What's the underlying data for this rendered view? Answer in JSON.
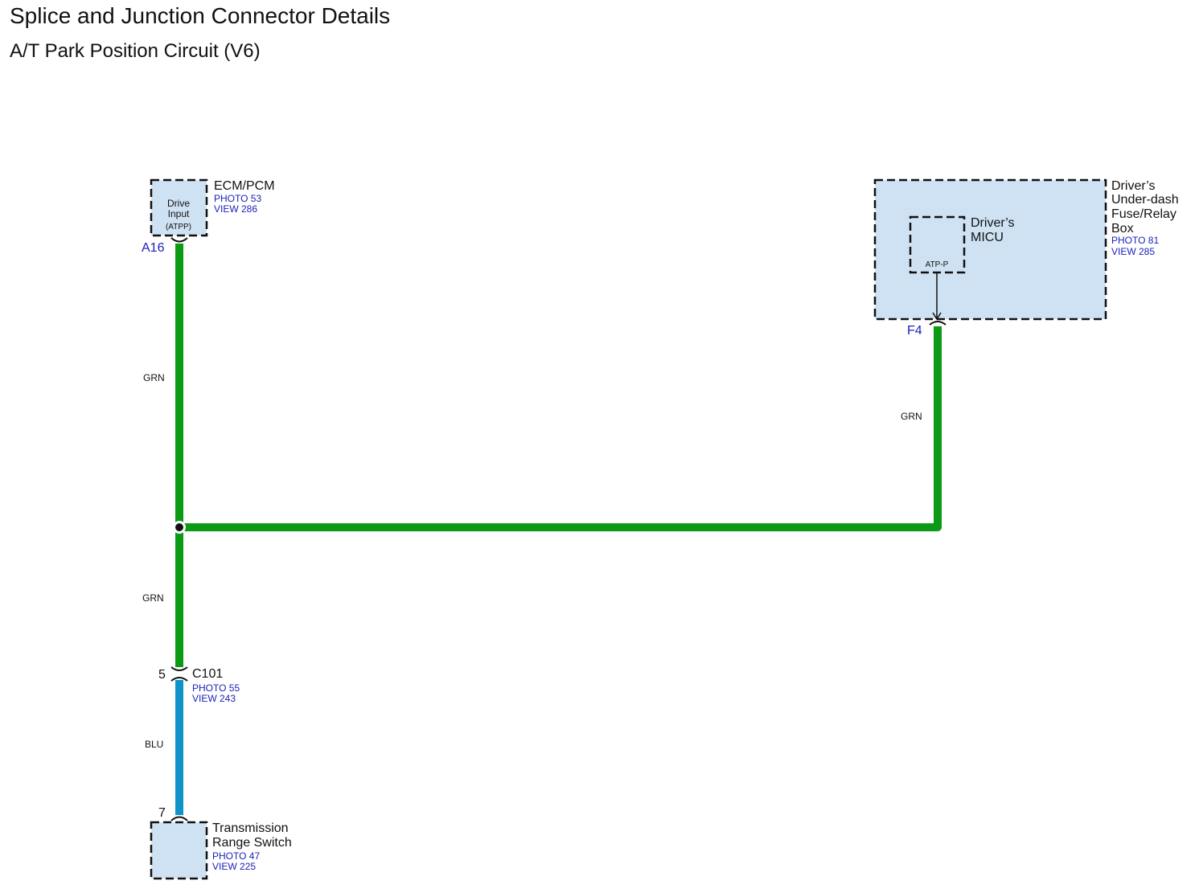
{
  "header": {
    "title": "Splice and Junction Connector Details",
    "subtitle": "A/T Park Position Circuit (V6)"
  },
  "colors": {
    "wire_grn": "#0b9a13",
    "wire_blu": "#0f94c9",
    "component_fill": "#cfe2f3",
    "reference_text": "#1a22b8"
  },
  "components": {
    "ecm_pcm": {
      "name": "ECM/PCM",
      "photo": "PHOTO 53",
      "view": "VIEW 286",
      "inner_line1": "Drive",
      "inner_line2": "Input",
      "inner_line3": "(ATPP)",
      "pin": "A16"
    },
    "fuse_box": {
      "name_line1": "Driver’s",
      "name_line2": "Under-dash",
      "name_line3": "Fuse/Relay",
      "name_line4": "Box",
      "photo": "PHOTO 81",
      "view": "VIEW 285",
      "pin": "F4",
      "micu": {
        "name_line1": "Driver’s",
        "name_line2": "MICU",
        "inner_label": "ATP-P"
      }
    },
    "c101": {
      "name": "C101",
      "photo": "PHOTO 55",
      "view": "VIEW 243",
      "pin": "5"
    },
    "trans_switch": {
      "name_line1": "Transmission",
      "name_line2": "Range Switch",
      "photo": "PHOTO 47",
      "view": "VIEW 225",
      "pin": "7"
    }
  },
  "wires": {
    "ecm_to_splice": "GRN",
    "fuse_to_splice": "GRN",
    "splice_to_c101": "GRN",
    "c101_to_switch": "BLU"
  }
}
